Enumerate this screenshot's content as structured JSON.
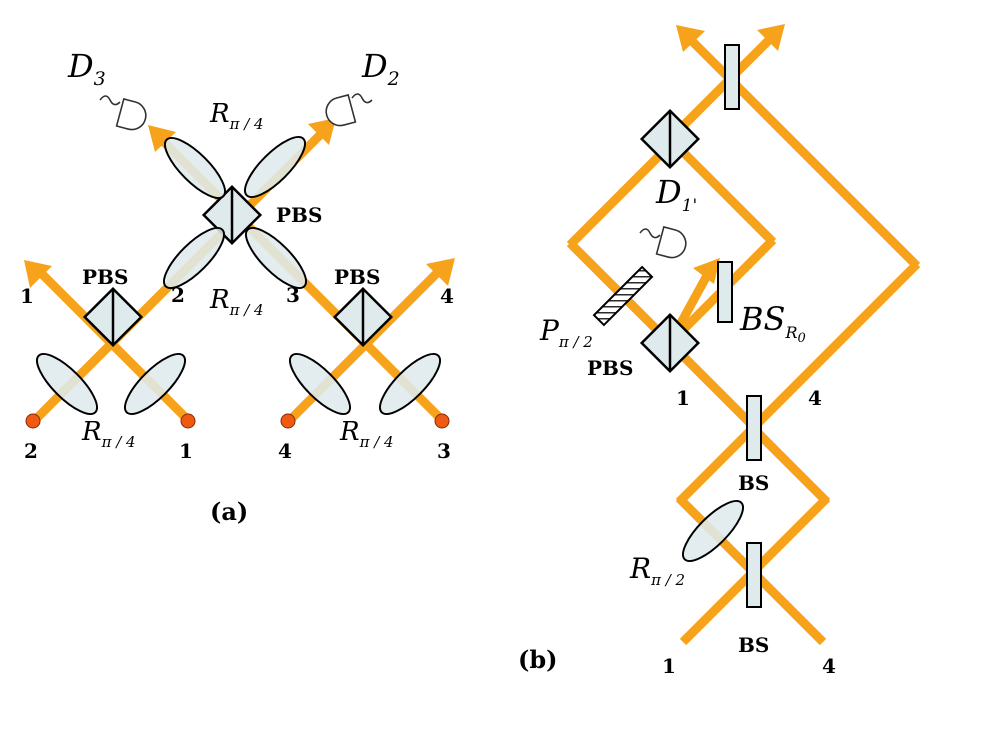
{
  "panel_a": {
    "caption": "(a)",
    "detectors": [
      {
        "main": "D",
        "sub": "3"
      },
      {
        "main": "D",
        "sub": "2"
      }
    ],
    "pbs_labels": [
      "PBS",
      "PBS",
      "PBS"
    ],
    "rotator_labels": [
      {
        "main": "R",
        "sub": "π / 4"
      },
      {
        "main": "R",
        "sub": "π / 4"
      },
      {
        "main": "R",
        "sub": "π / 4"
      },
      {
        "main": "R",
        "sub": "π / 4"
      }
    ],
    "port_labels": [
      "1",
      "2",
      "3",
      "4",
      "2",
      "1",
      "4",
      "3"
    ]
  },
  "panel_b": {
    "caption": "(b)",
    "detector": {
      "main": "D",
      "sub": "1'"
    },
    "plate": {
      "main": "P",
      "sub": "π / 2"
    },
    "pbs_label": "PBS",
    "bsr": {
      "main": "BS",
      "sub": "R",
      "subsub": "0"
    },
    "bs_labels": [
      "BS",
      "BS"
    ],
    "rotator": {
      "main": "R",
      "sub": "π / 2"
    },
    "port_labels": [
      "1",
      "4",
      "1",
      "4"
    ]
  },
  "colors": {
    "beam": "#f7a21b",
    "optic_fill": "#dfeaed",
    "source": "#ee5a12"
  }
}
